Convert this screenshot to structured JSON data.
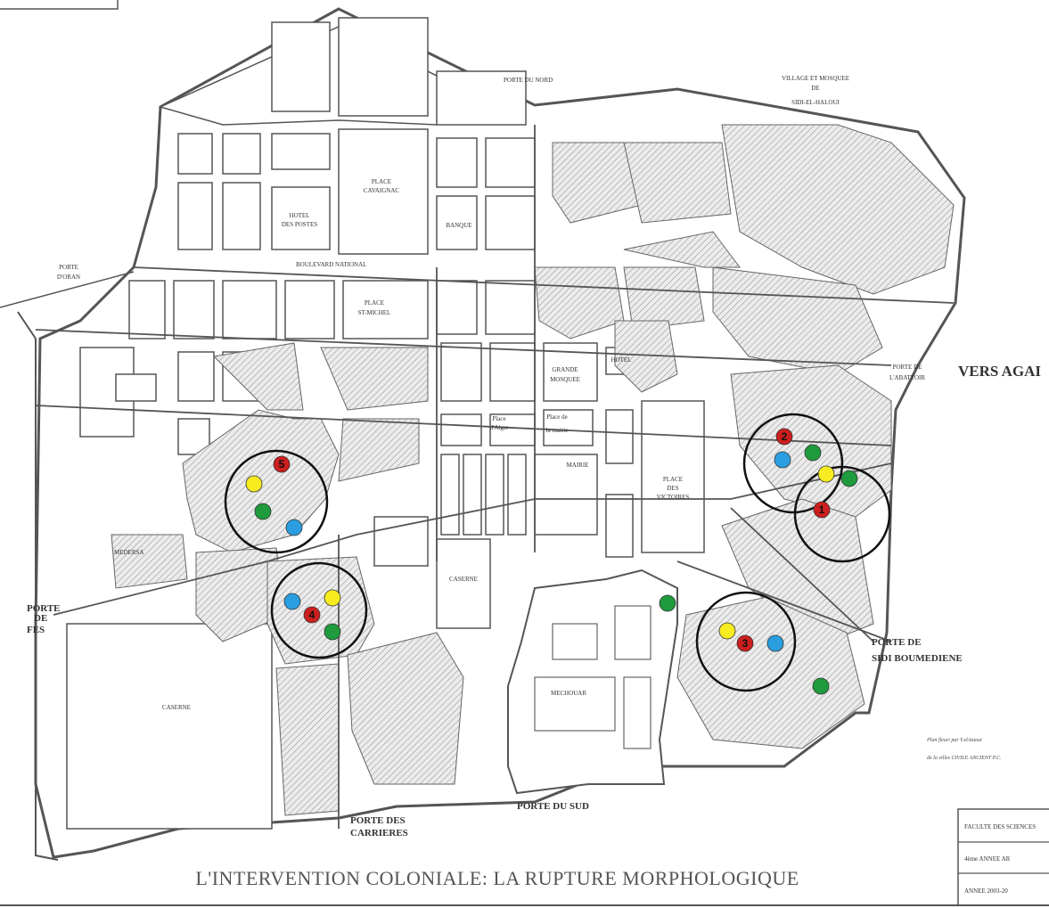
{
  "map": {
    "title": "L'INTERVENTION COLONIALE: LA RUPTURE MORPHOLOGIQUE",
    "labels": {
      "porte_du_nord": "PORTE DU NORD",
      "village": [
        "VILLAGE ET MOSQUEE",
        "DE",
        "SIDI-EL-HALOUI"
      ],
      "place_cavaignac": [
        "PLACE",
        "CAVAIGNAC"
      ],
      "banque": "BANQUE",
      "hotel_postes": [
        "HOTEL",
        "DES POSTES"
      ],
      "boulevard_national": "BOULEVARD NATIONAL",
      "porte_oran": [
        "PORTE",
        "D'ORAN"
      ],
      "place_st_michel": [
        "PLACE",
        "ST-MICHEL"
      ],
      "grande_mosquee": [
        "GRANDE",
        "MOSQUEE"
      ],
      "hotel": "HOTEL",
      "porte_abattoir": [
        "PORTE DE",
        "L'ABATTOIR"
      ],
      "vers_agadir": "VERS AGAI",
      "place_alger": [
        "Place",
        "d'Alger"
      ],
      "place_mairie": [
        "Place de",
        "la mairie"
      ],
      "mairie": "MAIRIE",
      "place_victoires": [
        "PLACE",
        "DES",
        "VICTOIRES"
      ],
      "medersa": "MEDERSA",
      "caserne_center": "CASERNE",
      "caserne_west": "CASERNE",
      "porte_fes": [
        "PORTE",
        "DE",
        "FES"
      ],
      "mechouar": "MECHOUAR",
      "porte_sidi": [
        "PORTE DE",
        "SIDI BOUMEDIENE"
      ],
      "porte_sud": "PORTE DU SUD",
      "porte_carrieres": [
        "PORTE DES",
        "CARRIERES"
      ],
      "cartouche": [
        "Plan fleuri par Y.elAtaoui",
        "de la villes CIVILE ANCIENT P.C."
      ]
    },
    "title_box": [
      "FACULTE DES SCIENCES",
      "4ème ANNEE AR",
      "ANNEE 2003-20"
    ],
    "marker_colors": {
      "red": "#cc1f1f",
      "yellow": "#f7ec1f",
      "green": "#1f9a3c",
      "blue": "#2a9ee0"
    },
    "clusters": [
      {
        "number": "5"
      },
      {
        "number": "4"
      },
      {
        "number": "2"
      },
      {
        "number": "1"
      },
      {
        "number": "3"
      }
    ]
  }
}
